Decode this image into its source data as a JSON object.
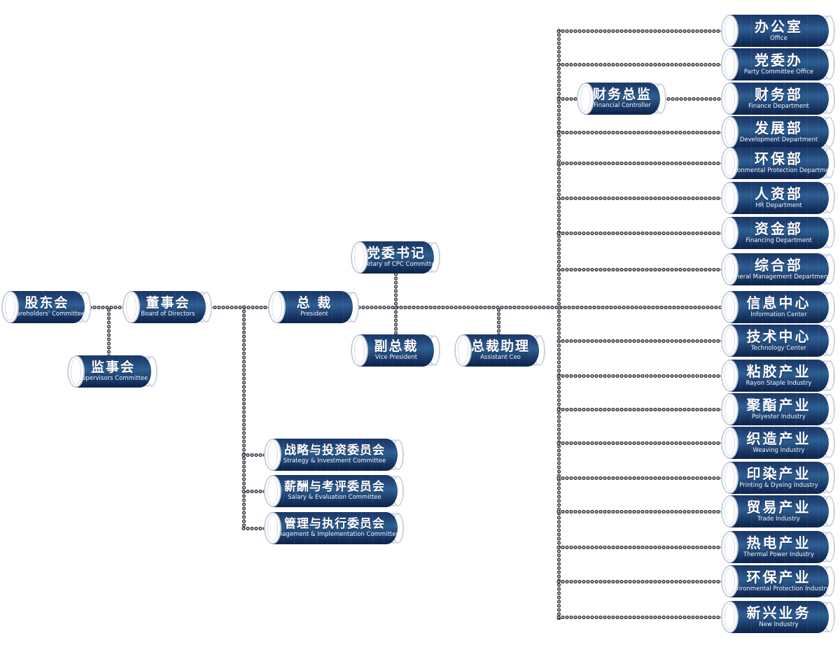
{
  "diagram": {
    "type": "org-chart",
    "background": "#ffffff",
    "colors": {
      "capsule_dark": "#142e5a",
      "capsule_light": "#2d5e91",
      "capsule_rim": "#c9cfdc",
      "chain": "#3f444d",
      "text": "#ffffff"
    }
  },
  "nodes": {
    "shareholders": {
      "zh": "股东会",
      "en": "Shareholders' Committee"
    },
    "supervisors": {
      "zh": "监事会",
      "en": "Supervisors Committee"
    },
    "board": {
      "zh": "董事会",
      "en": "Board of Directors"
    },
    "president": {
      "zh": "总 裁",
      "en": "President"
    },
    "cpc_secretary": {
      "zh": "党委书记",
      "en": "Secretary of CPC Committee"
    },
    "vice_president": {
      "zh": "副总裁",
      "en": "Vice President"
    },
    "assistant_ceo": {
      "zh": "总裁助理",
      "en": "Assistant Ceo"
    },
    "financial_controller": {
      "zh": "财务总监",
      "en": "Financial Controller"
    },
    "strategy_committee": {
      "zh": "战略与投资委员会",
      "en": "Strategy & Investment Committee"
    },
    "salary_committee": {
      "zh": "薪酬与考评委员会",
      "en": "Salary & Evaluation Committee"
    },
    "management_committee": {
      "zh": "管理与执行委员会",
      "en": "Management & Implementation Committee"
    },
    "office": {
      "zh": "办公室",
      "en": "Office"
    },
    "party_office": {
      "zh": "党委办",
      "en": "Party Committee Office"
    },
    "finance_dept": {
      "zh": "财务部",
      "en": "Finance Department"
    },
    "development_dept": {
      "zh": "发展部",
      "en": "Development Department"
    },
    "env_protection_dept": {
      "zh": "环保部",
      "en": "Environmental Protection Department"
    },
    "hr_dept": {
      "zh": "人资部",
      "en": "HR Department"
    },
    "financing_dept": {
      "zh": "资金部",
      "en": "Financing Department"
    },
    "general_mgmt_dept": {
      "zh": "综合部",
      "en": "General Management Department"
    },
    "info_center": {
      "zh": "信息中心",
      "en": "Information Center"
    },
    "tech_center": {
      "zh": "技术中心",
      "en": "Technology Center"
    },
    "rayon": {
      "zh": "粘胶产业",
      "en": "Rayon Staple Industry"
    },
    "polyester": {
      "zh": "聚酯产业",
      "en": "Polyester Industry"
    },
    "weaving": {
      "zh": "织造产业",
      "en": "Weaving Industry"
    },
    "printing_dyeing": {
      "zh": "印染产业",
      "en": "Printing & Dyeing Industry"
    },
    "trade": {
      "zh": "贸易产业",
      "en": "Trade Industry"
    },
    "thermal_power": {
      "zh": "热电产业",
      "en": "Thermal Power Industry"
    },
    "env_protection_industry": {
      "zh": "环保产业",
      "en": "Environmental Protection Industry"
    },
    "new_industry": {
      "zh": "新兴业务",
      "en": "New Industry"
    }
  },
  "edges": [
    [
      "shareholders",
      "board"
    ],
    [
      "shareholders",
      "supervisors"
    ],
    [
      "board",
      "president"
    ],
    [
      "board",
      "strategy_committee"
    ],
    [
      "board",
      "salary_committee"
    ],
    [
      "board",
      "management_committee"
    ],
    [
      "cpc_secretary",
      "president"
    ],
    [
      "president",
      "vice_president"
    ],
    [
      "president",
      "assistant_ceo"
    ],
    [
      "president",
      "financial_controller"
    ],
    [
      "financial_controller",
      "finance_dept"
    ],
    [
      "president",
      "office"
    ],
    [
      "president",
      "party_office"
    ],
    [
      "president",
      "development_dept"
    ],
    [
      "president",
      "env_protection_dept"
    ],
    [
      "president",
      "hr_dept"
    ],
    [
      "president",
      "financing_dept"
    ],
    [
      "president",
      "general_mgmt_dept"
    ],
    [
      "president",
      "info_center"
    ],
    [
      "president",
      "tech_center"
    ],
    [
      "president",
      "rayon"
    ],
    [
      "president",
      "polyester"
    ],
    [
      "president",
      "weaving"
    ],
    [
      "president",
      "printing_dyeing"
    ],
    [
      "president",
      "trade"
    ],
    [
      "president",
      "thermal_power"
    ],
    [
      "president",
      "env_protection_industry"
    ],
    [
      "president",
      "new_industry"
    ]
  ]
}
